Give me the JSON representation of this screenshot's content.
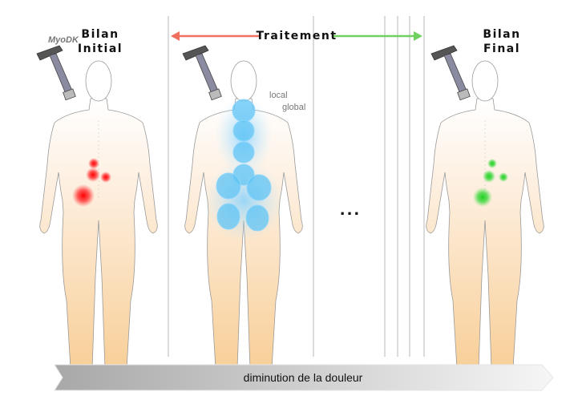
{
  "device_label": "MyoDK",
  "phases": {
    "initial": {
      "line1": "Bilan",
      "line2": "Initial"
    },
    "treatment": {
      "label": "Traitement",
      "local": "local",
      "global": "global"
    },
    "ellipsis": "...",
    "final": {
      "line1": "Bilan",
      "line2": "Final"
    }
  },
  "banner": "diminution de la douleur",
  "colors": {
    "pain": "#ff2020",
    "treatment": "#4ab8f0",
    "relief": "#40d040",
    "arrow_left": "#f07060",
    "arrow_right": "#70d060"
  }
}
